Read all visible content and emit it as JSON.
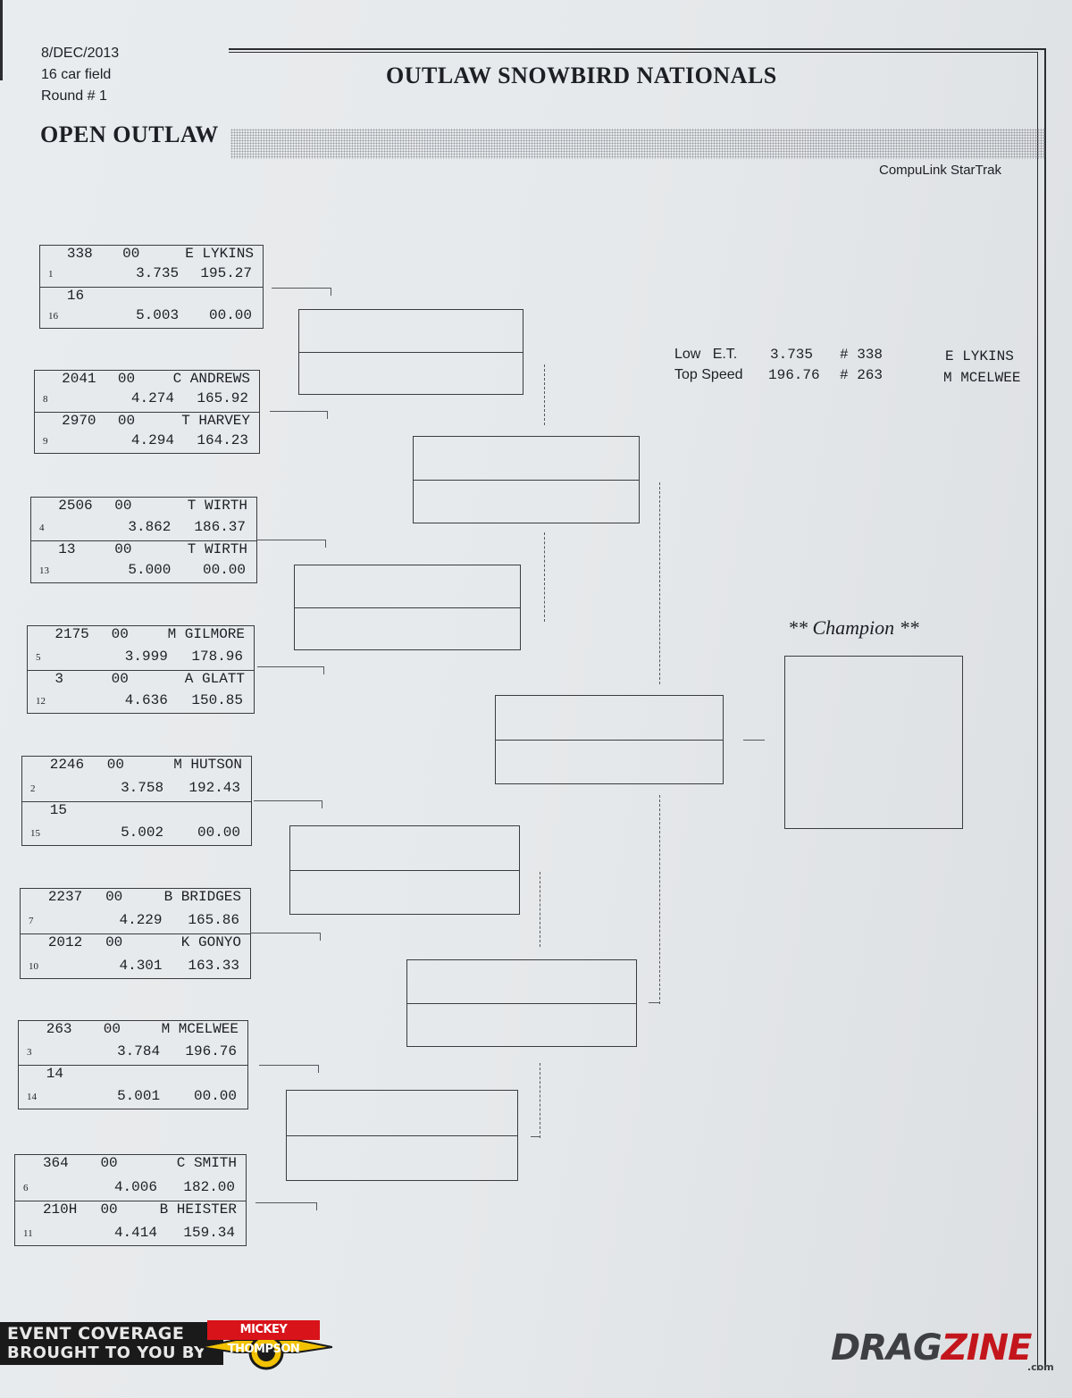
{
  "header": {
    "date": "8/DEC/2013",
    "field": "16 car field",
    "round": "Round # 1",
    "event_title": "OUTLAW SNOWBIRD NATIONALS",
    "class_title": "OPEN OUTLAW",
    "timing_system": "CompuLink StarTrak"
  },
  "stats": {
    "low_et_label": "Low   E.T.",
    "low_et_value": "3.735",
    "low_et_number": "# 338",
    "low_et_driver": "E LYKINS",
    "top_speed_label": "Top Speed",
    "top_speed_value": "196.76",
    "top_speed_number": "# 263",
    "top_speed_driver": "M MCELWEE"
  },
  "pairs": [
    {
      "top": {
        "car": "338",
        "dial": "00",
        "driver": "E LYKINS",
        "qual": "1",
        "et": "3.735",
        "mph": "195.27"
      },
      "bot": {
        "car": "16",
        "dial": "",
        "driver": "",
        "qual": "16",
        "et": "5.003",
        "mph": "00.00"
      }
    },
    {
      "top": {
        "car": "2041",
        "dial": "00",
        "driver": "C ANDREWS",
        "qual": "8",
        "et": "4.274",
        "mph": "165.92"
      },
      "bot": {
        "car": "2970",
        "dial": "00",
        "driver": "T HARVEY",
        "qual": "9",
        "et": "4.294",
        "mph": "164.23"
      }
    },
    {
      "top": {
        "car": "2506",
        "dial": "00",
        "driver": "T WIRTH",
        "qual": "4",
        "et": "3.862",
        "mph": "186.37"
      },
      "bot": {
        "car": "13",
        "dial": "00",
        "driver": "T WIRTH",
        "qual": "13",
        "et": "5.000",
        "mph": "00.00"
      }
    },
    {
      "top": {
        "car": "2175",
        "dial": "00",
        "driver": "M GILMORE",
        "qual": "5",
        "et": "3.999",
        "mph": "178.96"
      },
      "bot": {
        "car": "3",
        "dial": "00",
        "driver": "A GLATT",
        "qual": "12",
        "et": "4.636",
        "mph": "150.85"
      }
    },
    {
      "top": {
        "car": "2246",
        "dial": "00",
        "driver": "M HUTSON",
        "qual": "2",
        "et": "3.758",
        "mph": "192.43"
      },
      "bot": {
        "car": "15",
        "dial": "",
        "driver": "",
        "qual": "15",
        "et": "5.002",
        "mph": "00.00"
      }
    },
    {
      "top": {
        "car": "2237",
        "dial": "00",
        "driver": "B BRIDGES",
        "qual": "7",
        "et": "4.229",
        "mph": "165.86"
      },
      "bot": {
        "car": "2012",
        "dial": "00",
        "driver": "K GONYO",
        "qual": "10",
        "et": "4.301",
        "mph": "163.33"
      }
    },
    {
      "top": {
        "car": "263",
        "dial": "00",
        "driver": "M MCELWEE",
        "qual": "3",
        "et": "3.784",
        "mph": "196.76"
      },
      "bot": {
        "car": "14",
        "dial": "",
        "driver": "",
        "qual": "14",
        "et": "5.001",
        "mph": "00.00"
      }
    },
    {
      "top": {
        "car": "364",
        "dial": "00",
        "driver": "C SMITH",
        "qual": "6",
        "et": "4.006",
        "mph": "182.00"
      },
      "bot": {
        "car": "210H",
        "dial": "00",
        "driver": "B HEISTER",
        "qual": "11",
        "et": "4.414",
        "mph": "159.34"
      }
    }
  ],
  "champion_label": "** Champion **",
  "sponsor": {
    "line1": "EVENT COVERAGE",
    "line2": "BROUGHT TO YOU BY",
    "logo_text": "MICKEY THOMPSON",
    "site_logo_a": "DRAG",
    "site_logo_b": "ZINE",
    "site_logo_c": ".com"
  }
}
